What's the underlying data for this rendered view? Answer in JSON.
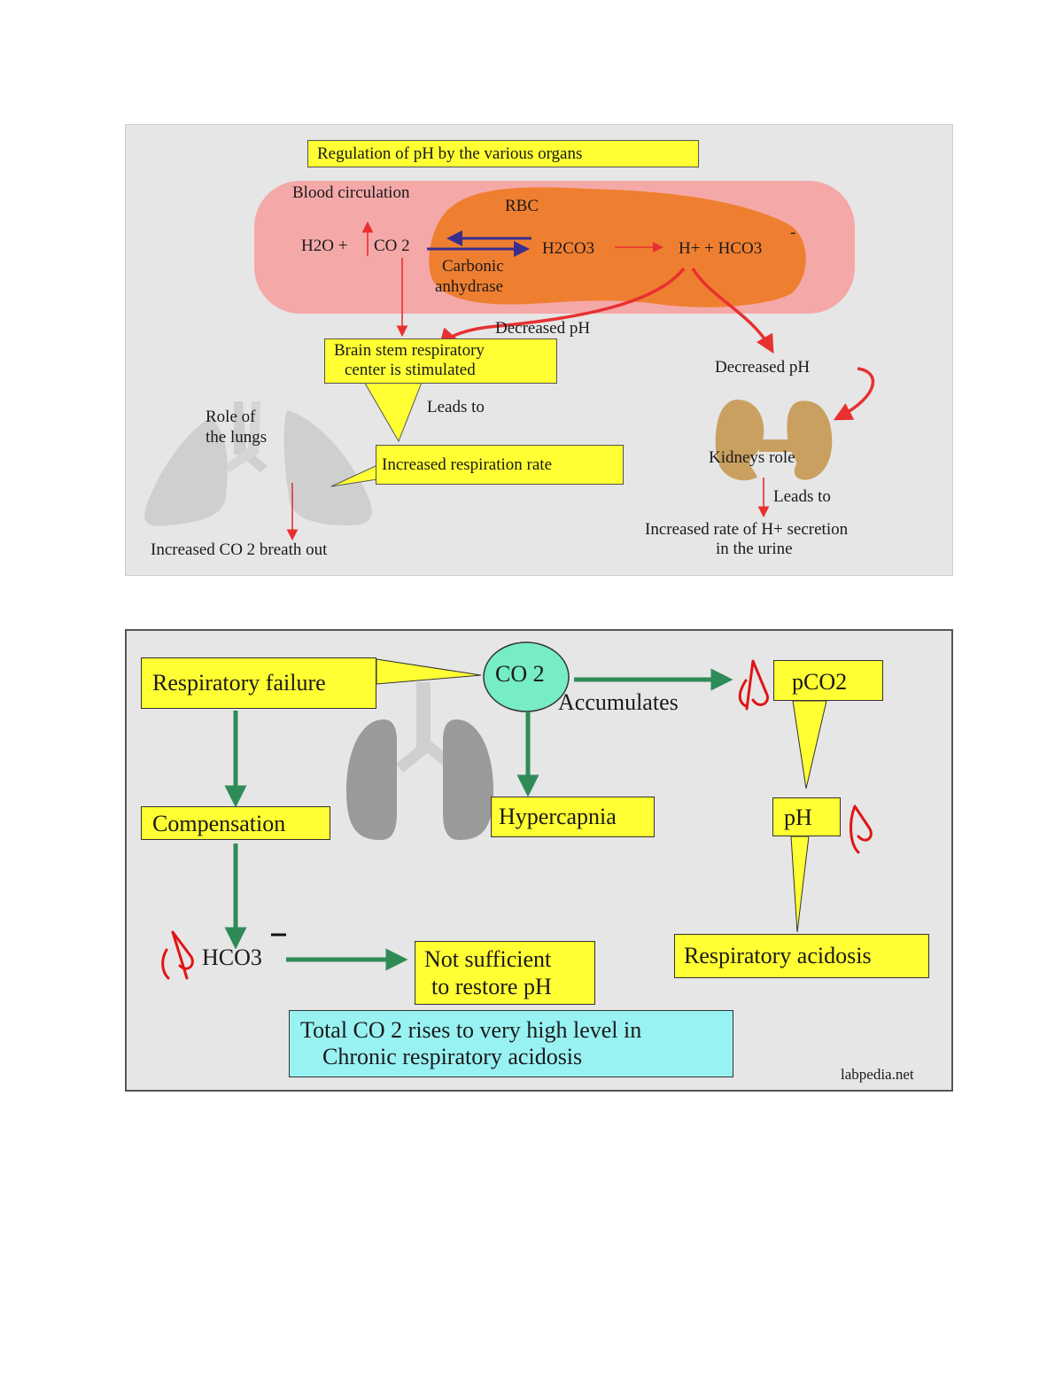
{
  "panel1": {
    "title": "Regulation of pH by the various organs",
    "blood_circulation": "Blood circulation",
    "rbc": "RBC",
    "eq_left": "H2O +",
    "co2": "CO 2",
    "h2co3": "H2CO3",
    "ions": "H+ + HCO3",
    "ion_charge": "-",
    "carbonic": "Carbonic",
    "anhydrase": "anhydrase",
    "decreased_ph_left": "Decreased pH",
    "brain_line1": "Brain stem respiratory",
    "brain_line2": "center is stimulated",
    "leads_to_left": "Leads to",
    "role_lungs_1": "Role of",
    "role_lungs_2": "the lungs",
    "increased_resp": "Increased respiration rate",
    "increased_co2": "Increased CO 2  breath out",
    "decreased_ph_right": "Decreased pH",
    "kidneys_role": "Kidneys role",
    "leads_to_right": "Leads to",
    "h_secretion_1": "Increased rate of H+ secretion",
    "h_secretion_2": "in the urine"
  },
  "panel2": {
    "respiratory_failure": "Respiratory failure",
    "co2": "CO 2",
    "accumulates": "Accumulates",
    "pco2": "pCO2",
    "compensation": "Compensation",
    "hypercapnia": "Hypercapnia",
    "ph": "pH",
    "hco3": "HCO3",
    "hco3_charge": "-",
    "not_sufficient_1": "Not sufficient",
    "not_sufficient_2": "to restore pH",
    "resp_acidosis": "Respiratory acidosis",
    "total_1": "Total CO 2 rises to very high level in",
    "total_2": "Chronic respiratory acidosis",
    "credit": "labpedia.net"
  },
  "colors": {
    "panel_bg": "#e6e6e6",
    "blood_pink": "#f5a8a8",
    "rbc_orange": "#ef7f30",
    "highlight_yellow": "#ffff33",
    "arrow_red": "#e83030",
    "arrow_navy": "#3a2e8c",
    "arrow_green": "#2e8b57",
    "co2_circle": "#77edc4",
    "note_cyan": "#99f2f2",
    "lung_gray_light": "#cfcfcf",
    "lung_gray_dark": "#9a9a9a",
    "kidney_tan": "#c9a060",
    "ink_red": "#e01515"
  },
  "icons": [
    "lungs-icon",
    "kidneys-icon",
    "handwritten-up-arrow-icon",
    "handwritten-down-arrow-icon"
  ]
}
